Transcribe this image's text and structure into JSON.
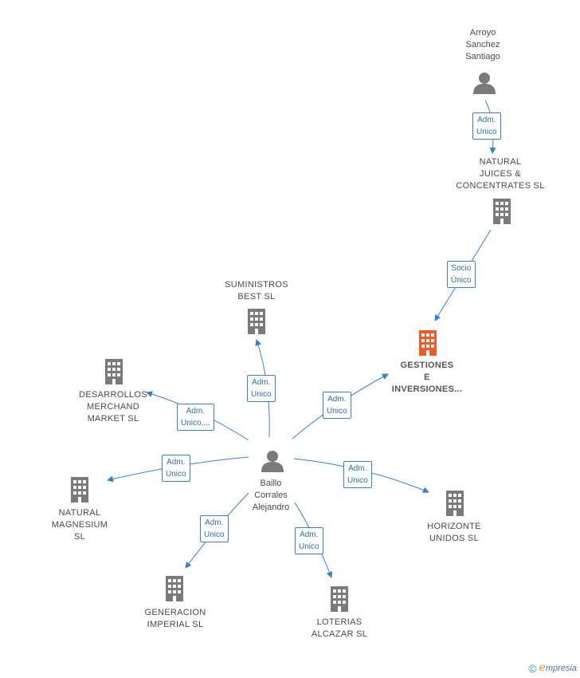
{
  "nodes": {
    "arroyo": {
      "lines": [
        "Arroyo",
        "Sanchez",
        "Santiago"
      ],
      "kind": "person"
    },
    "natural_juices": {
      "lines": [
        "NATURAL",
        "JUICES &",
        "CONCENTRATES SL"
      ],
      "kind": "company"
    },
    "gestiones": {
      "lines": [
        "GESTIONES",
        "E",
        "INVERSIONES..."
      ],
      "kind": "company",
      "highlight": true
    },
    "suministros": {
      "lines": [
        "SUMINISTROS",
        "BEST SL"
      ],
      "kind": "company"
    },
    "desarrollos": {
      "lines": [
        "DESARROLLOS",
        "MERCHAND",
        "MARKET SL"
      ],
      "kind": "company"
    },
    "baillo": {
      "lines": [
        "Baillo",
        "Corrales",
        "Alejandro"
      ],
      "kind": "person"
    },
    "natural_magnesium": {
      "lines": [
        "NATURAL",
        "MAGNESIUM",
        "SL"
      ],
      "kind": "company"
    },
    "horizonte": {
      "lines": [
        "HORIZONTE",
        "UNIDOS SL"
      ],
      "kind": "company"
    },
    "generacion": {
      "lines": [
        "GENERACION",
        "IMPERIAL SL"
      ],
      "kind": "company"
    },
    "loterias": {
      "lines": [
        "LOTERIAS",
        "ALCAZAR SL"
      ],
      "kind": "company"
    }
  },
  "edges": {
    "e1": {
      "lines": [
        "Adm.",
        "Unico"
      ]
    },
    "e2": {
      "lines": [
        "Socio",
        "Único"
      ]
    },
    "e3": {
      "lines": [
        "Adm.",
        "Unico"
      ]
    },
    "e4": {
      "lines": [
        "Adm.",
        "Unico,..."
      ]
    },
    "e5": {
      "lines": [
        "Adm.",
        "Unico"
      ]
    },
    "e6": {
      "lines": [
        "Adm.",
        "Unico"
      ]
    },
    "e7": {
      "lines": [
        "Adm.",
        "Unico"
      ]
    },
    "e8": {
      "lines": [
        "Adm.",
        "Unico"
      ]
    },
    "e9": {
      "lines": [
        "Adm.",
        "Unico"
      ]
    }
  },
  "footer": {
    "copyright": "©",
    "brand_initial": "e",
    "brand_rest": "mpresia"
  },
  "colors": {
    "edge": "#3a7fcf",
    "icon": "#7a7a7a",
    "highlight_icon": "#f05a28"
  }
}
